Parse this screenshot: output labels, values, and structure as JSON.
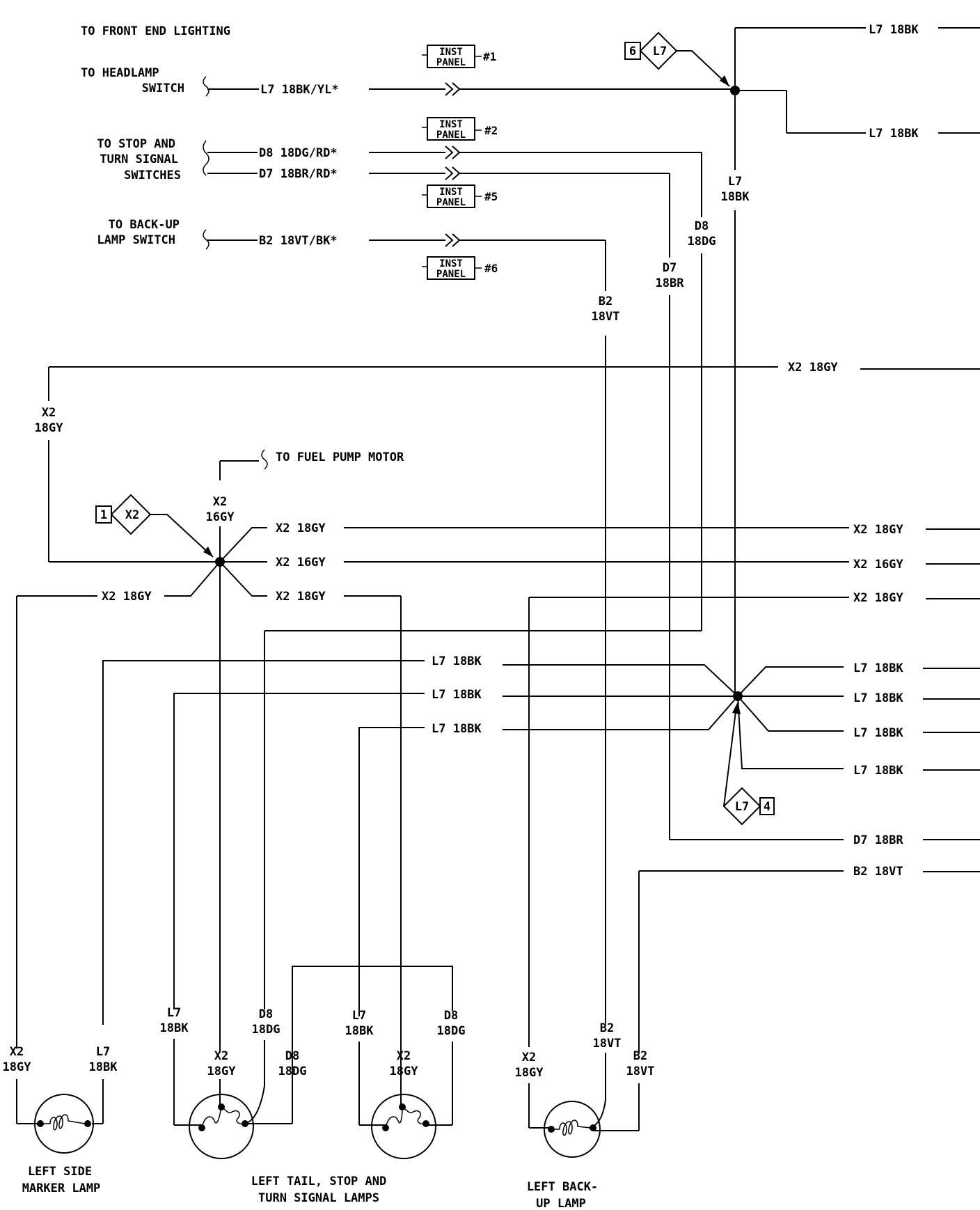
{
  "upper": {
    "front_end_title": "TO FRONT END LIGHTING",
    "headlamp_l1": "TO HEADLAMP",
    "headlamp_l2": "SWITCH",
    "stop_l1": "TO STOP AND",
    "stop_l2": "TURN SIGNAL",
    "stop_l3": "SWITCHES",
    "backup_l1": "TO BACK-UP",
    "backup_l2": "LAMP SWITCH",
    "wire_l7": "L7 18BK/YL*",
    "wire_d8": "D8 18DG/RD*",
    "wire_d7": "D7 18BR/RD*",
    "wire_b2": "B2 18VT/BK*"
  },
  "connectors": [
    {
      "l1": "INST",
      "l2": "PANEL",
      "num": "#1"
    },
    {
      "l1": "INST",
      "l2": "PANEL",
      "num": "#2"
    },
    {
      "l1": "INST",
      "l2": "PANEL",
      "num": "#5"
    },
    {
      "l1": "INST",
      "l2": "PANEL",
      "num": "#6"
    }
  ],
  "splices": {
    "s6": {
      "num": "6",
      "circuit": "L7"
    },
    "s1": {
      "num": "1",
      "circuit": "X2"
    },
    "s4": {
      "num": "4",
      "circuit": "L7"
    }
  },
  "fuel_pump": "TO FUEL PUMP MOTOR",
  "vlabels": {
    "l7": [
      "L7",
      "18BK"
    ],
    "d8": [
      "D8",
      "18DG"
    ],
    "d7": [
      "D7",
      "18BR"
    ],
    "b2": [
      "B2",
      "18VT"
    ],
    "x2_left": [
      "X2",
      "18GY"
    ],
    "x2_fuel": [
      "X2",
      "16GY"
    ]
  },
  "right_labels": {
    "l7_top": "L7 18BK",
    "l7_second": "L7 18BK",
    "x2_upper": "X2 18GY",
    "x2_a": "X2 18GY",
    "x2_b": "X2 16GY",
    "x2_c": "X2 18GY",
    "l7_a": "L7 18BK",
    "l7_b": "L7 18BK",
    "l7_c": "L7 18BK",
    "l7_d": "L7 18BK",
    "d7": "D7 18BR",
    "b2": "B2 18VT"
  },
  "mid_labels": {
    "x2_a": "X2 18GY",
    "x2_b": "X2 16GY",
    "x2_c": "X2 18GY",
    "x2_left": "X2 18GY",
    "l7_a": "L7 18BK",
    "l7_b": "L7 18BK",
    "l7_c": "L7 18BK"
  },
  "lamp_wires": {
    "side_x2": [
      "X2",
      "18GY"
    ],
    "side_l7": [
      "L7",
      "18BK"
    ],
    "tail1_l7": [
      "L7",
      "18BK"
    ],
    "tail1_x2": [
      "X2",
      "18GY"
    ],
    "tail1_d8": [
      "D8",
      "18DG"
    ],
    "tail1_d8b": [
      "D8",
      "18DG"
    ],
    "tail2_l7": [
      "L7",
      "18BK"
    ],
    "tail2_x2": [
      "X2",
      "18GY"
    ],
    "tail2_d8": [
      "D8",
      "18DG"
    ],
    "backup_x2": [
      "X2",
      "18GY"
    ],
    "backup_b2a": [
      "B2",
      "18VT"
    ],
    "backup_b2b": [
      "B2",
      "18VT"
    ]
  },
  "lamps": {
    "side_l1": "LEFT SIDE",
    "side_l2": "MARKER LAMP",
    "tail_l1": "LEFT TAIL, STOP AND",
    "tail_l2": "TURN SIGNAL LAMPS",
    "backup_l1": "LEFT BACK-",
    "backup_l2": "UP LAMP"
  }
}
